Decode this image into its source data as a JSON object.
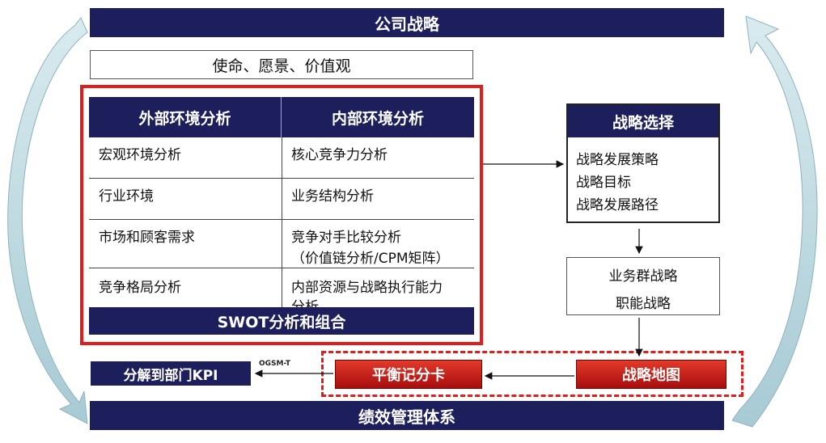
{
  "top_bar": "公司战略",
  "mission": "使命、愿景、价值观",
  "analysis": {
    "external_header": "外部环境分析",
    "internal_header": "内部环境分析",
    "rows": [
      {
        "external": "宏观环境分析",
        "internal": "核心竞争力分析",
        "internal_extra": ""
      },
      {
        "external": "行业环境",
        "internal": "业务结构分析",
        "internal_extra": ""
      },
      {
        "external": "市场和顾客需求",
        "internal": "竞争对手比较分析",
        "internal_extra": "（价值链分析/CPM矩阵）"
      },
      {
        "external": "竞争格局分析",
        "internal": "内部资源与战略执行能力",
        "internal_extra": "分析"
      }
    ],
    "swot": "SWOT分析和组合"
  },
  "strategy_choice": {
    "title": "战略选择",
    "items": [
      "战略发展策略",
      "战略目标",
      "战略发展路径"
    ]
  },
  "business_strategy": [
    "业务群战略",
    "职能战略"
  ],
  "strategy_map": "战略地图",
  "scorecard": "平衡记分卡",
  "ogsm_label": "OGSM-T",
  "kpi": "分解到部门KPI",
  "bottom_bar": "绩效管理体系",
  "colors": {
    "navy": "#1d1f5c",
    "red": "#e21b1b",
    "arrow_teal": "#b9d6df"
  }
}
